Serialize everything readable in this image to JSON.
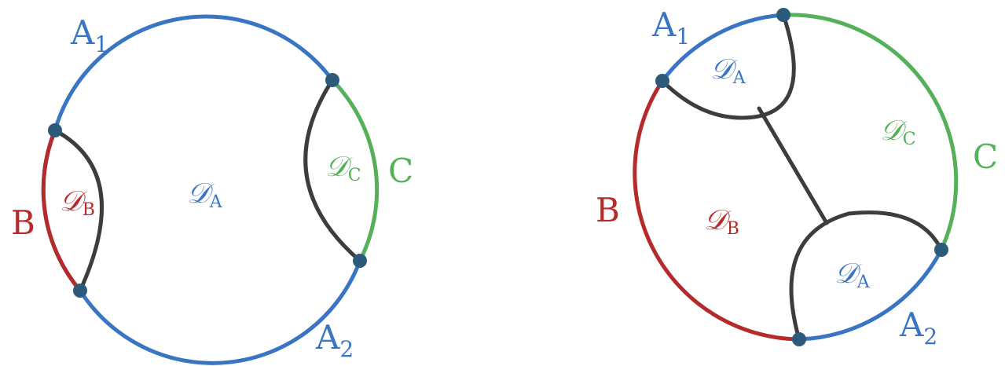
{
  "colors": {
    "A": "#3a75c4",
    "B": "#b52a2a",
    "C": "#55b05a",
    "boundary": "#3d3d3d",
    "point": "#2c5a7a"
  },
  "left": {
    "A1": {
      "main": "A",
      "sub": "1"
    },
    "A2": {
      "main": "A",
      "sub": "2"
    },
    "B": "B",
    "C": "C",
    "DA": {
      "main": "𝒟",
      "sub": "A"
    },
    "DB": {
      "main": "𝒟",
      "sub": "B"
    },
    "DC": {
      "main": "𝒟",
      "sub": "C"
    }
  },
  "right": {
    "A1": {
      "main": "A",
      "sub": "1"
    },
    "A2": {
      "main": "A",
      "sub": "2"
    },
    "B": "B",
    "C": "C",
    "DA_top": {
      "main": "𝒟",
      "sub": "A"
    },
    "DA_bottom": {
      "main": "𝒟",
      "sub": "A"
    },
    "DB": {
      "main": "𝒟",
      "sub": "B"
    },
    "DC": {
      "main": "𝒟",
      "sub": "C"
    }
  }
}
